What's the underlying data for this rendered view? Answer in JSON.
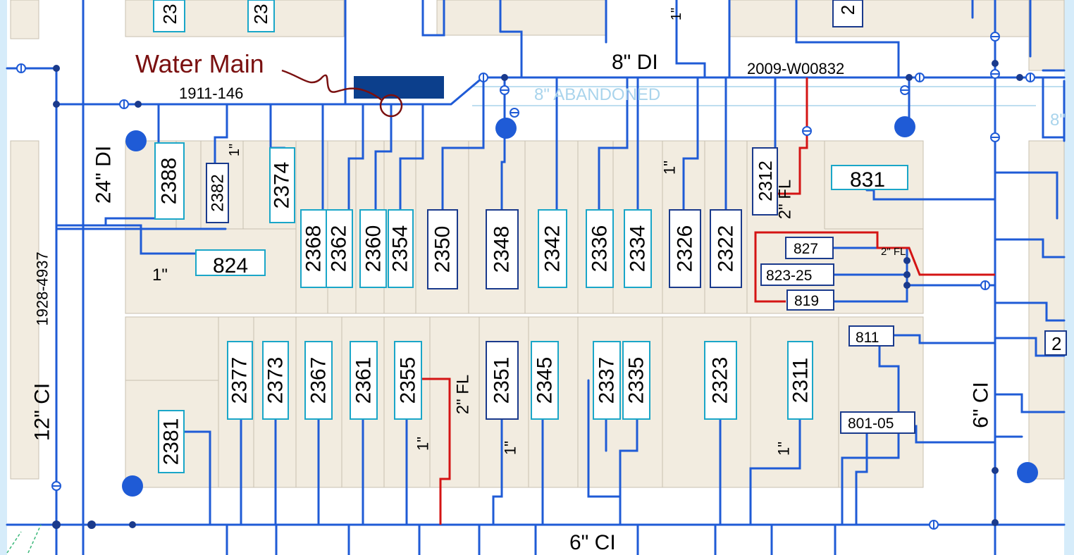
{
  "annotation": {
    "label": "Water Main"
  },
  "mains": {
    "main_8_di": "8\" DI",
    "main_8_abandoned": "8\" ABANDONED",
    "main_8_right": "8\"",
    "main_24_di": "24\" DI",
    "main_12_ci": "12\" CI",
    "main_6_ci_bottom": "6\" CI",
    "main_6_ci_right": "6\" CI"
  },
  "record_ids": {
    "rec_1911_146": "1911-146",
    "rec_2009_w00832": "2009-W00832",
    "rec_1928_4937": "1928-4937"
  },
  "service_notes": {
    "n_1in_2382": "1\"",
    "n_1in_824": "1\"",
    "n_1in_top_mid": "1\"",
    "n_1in_2355": "1\"",
    "n_1in_2351": "1\"",
    "n_1in_2311": "1\"",
    "n_top_partial": "1\"",
    "n_2fl_2312": "2\" FL",
    "n_2fl_827": "2\" FL",
    "n_2fl_2355": "2\" FL"
  },
  "addresses": {
    "a_top1": "23",
    "a_top2": "23",
    "a_top3": "2",
    "a_2388": "2388",
    "a_2382": "2382",
    "a_2374": "2374",
    "a_824": "824",
    "a_2368": "2368",
    "a_2362": "2362",
    "a_2360": "2360",
    "a_2354": "2354",
    "a_2350": "2350",
    "a_2348": "2348",
    "a_2342": "2342",
    "a_2336": "2336",
    "a_2334": "2334",
    "a_2326": "2326",
    "a_2322": "2322",
    "a_2312": "2312",
    "a_831": "831",
    "a_827": "827",
    "a_823_25": "823-25",
    "a_819": "819",
    "a_811": "811",
    "a_801_05": "801-05",
    "a_2381": "2381",
    "a_2377": "2377",
    "a_2373": "2373",
    "a_2367": "2367",
    "a_2361": "2361",
    "a_2355": "2355",
    "a_2351": "2351",
    "a_2345": "2345",
    "a_2337": "2337",
    "a_2335": "2335",
    "a_2323": "2323",
    "a_2311": "2311",
    "a_right_2": "2"
  },
  "colors": {
    "parcel": "#f2ece0",
    "parcel_line": "#c8c0b0",
    "water_line": "#1f5bd6",
    "fire_line": "#d41414",
    "address_box_light": "#1aa6c8",
    "address_box_dark": "#1a3a8c",
    "annotation": "#7a1010",
    "highlight_box": "#0c3f8c",
    "abandoned": "#a9d4ec"
  },
  "icons": {
    "hydrant": "hydrant-icon",
    "valve": "valve-icon",
    "fitting": "fitting-icon"
  }
}
